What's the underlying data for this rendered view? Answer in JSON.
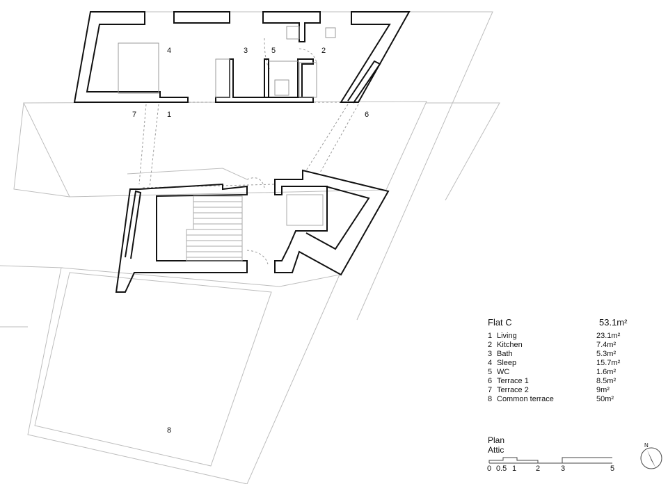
{
  "rooms": [
    {
      "id": "living",
      "label": "1"
    },
    {
      "id": "kitchen",
      "label": "2"
    },
    {
      "id": "bath",
      "label": "3"
    },
    {
      "id": "sleep",
      "label": "4"
    },
    {
      "id": "wc",
      "label": "5"
    },
    {
      "id": "terrace1",
      "label": "6"
    },
    {
      "id": "terrace2",
      "label": "7"
    },
    {
      "id": "common",
      "label": "8"
    }
  ],
  "legend": {
    "flat": "Flat C",
    "total": "53.1m²",
    "rows": [
      {
        "num": "1",
        "name": "Living",
        "area": "23.1m²"
      },
      {
        "num": "2",
        "name": "Kitchen",
        "area": "7.4m²"
      },
      {
        "num": "3",
        "name": "Bath",
        "area": "5.3m²"
      },
      {
        "num": "4",
        "name": "Sleep",
        "area": "15.7m²"
      },
      {
        "num": "5",
        "name": "WC",
        "area": "1.6m²"
      },
      {
        "num": "6",
        "name": "Terrace 1",
        "area": "8.5m²"
      },
      {
        "num": "7",
        "name": "Terrace 2",
        "area": "9m²"
      },
      {
        "num": "8",
        "name": "Common terrace",
        "area": "50m²"
      }
    ]
  },
  "plan": {
    "line1": "Plan",
    "line2": "Attic"
  },
  "scale": {
    "ticks": [
      "0",
      "0.5",
      "1",
      "2",
      "3",
      "5"
    ]
  },
  "north": {
    "label": "N"
  },
  "colors": {
    "wall": "#111111",
    "outline": "#bbbbbb",
    "dashed": "#aaaaaa"
  }
}
